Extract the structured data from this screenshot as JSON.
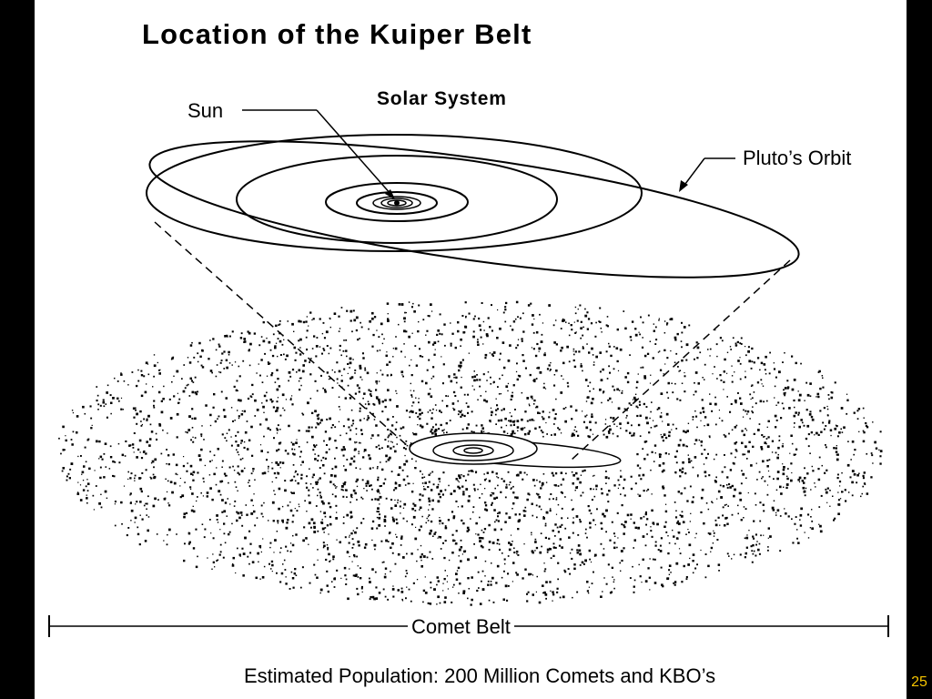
{
  "slide": {
    "title": "Location of the Kuiper Belt",
    "subtitle": "Solar System",
    "page_number": "25"
  },
  "labels": {
    "sun": "Sun",
    "pluto_orbit": "Pluto’s Orbit",
    "comet_belt": "Comet Belt",
    "population": "Estimated Population:  200 Million Comets and KBO’s"
  },
  "colors": {
    "background": "#000000",
    "slide": "#ffffff",
    "ink": "#000000",
    "page_number": "#f5c400"
  }
}
